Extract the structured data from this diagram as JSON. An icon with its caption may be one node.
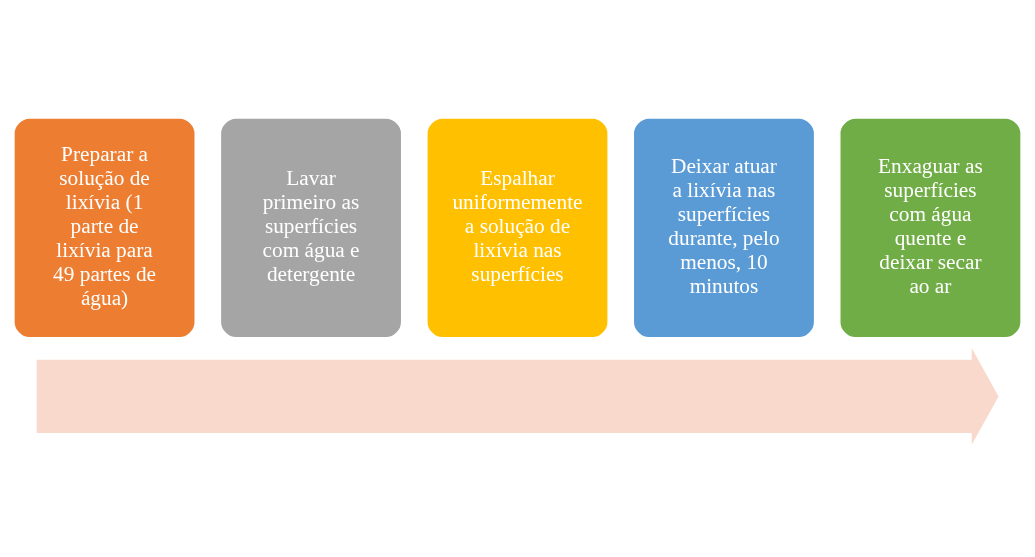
{
  "diagram": {
    "nodes": [
      {
        "text": [],
        "shape": "arrow"
      },
      {
        "text": [
          "Preparar a solução de lixívia (1 parte de lixívia para 49 partes de água)"
        ]
      },
      {
        "text": [
          "Lavar primeiro as superfícies com água e detergente"
        ]
      },
      {
        "text": [
          "Espalhar uniformemente a solução de lixívia nas superfícies"
        ]
      },
      {
        "text": [
          "Deixar atuar a lixívia nas superfícies durante, pelo menos, 10 minutos"
        ]
      },
      {
        "text": [
          "Enxaguar as superfícies com água quente e deixar secar ao ar"
        ]
      }
    ]
  }
}
